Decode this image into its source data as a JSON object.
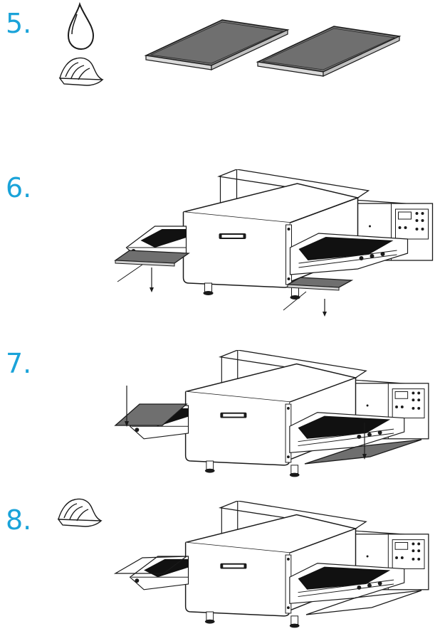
{
  "steps": [
    {
      "number": "5.",
      "icons": [
        "water-drop-icon",
        "cloth-icon"
      ],
      "content": "two-drip-trays"
    },
    {
      "number": "6.",
      "icons": [],
      "content": "oven-remove-trays"
    },
    {
      "number": "7.",
      "icons": [],
      "content": "oven-insert-trays"
    },
    {
      "number": "8.",
      "icons": [
        "cloth-icon"
      ],
      "content": "oven-installed-trays"
    }
  ],
  "colors": {
    "step_number": "#1aa3d9",
    "line": "#1a1a1a",
    "tray_fill": "#6f6f6f",
    "belt": "#111111"
  }
}
